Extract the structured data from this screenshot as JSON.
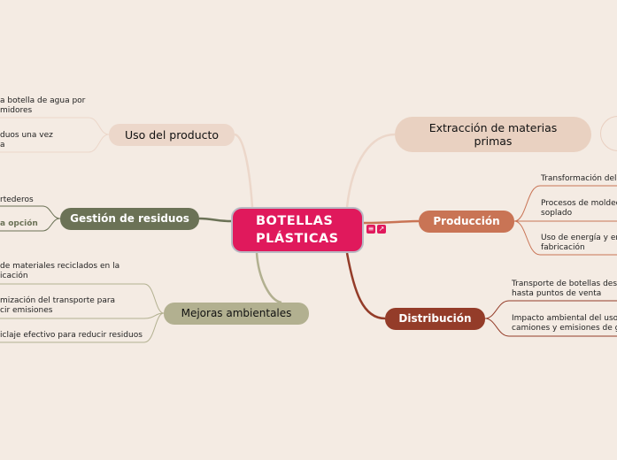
{
  "central": {
    "title_line1": "BOTELLAS",
    "title_line2": "PLÁSTICAS",
    "icon_notes": "≡",
    "icon_link": "↗"
  },
  "topics": {
    "extraccion": {
      "line1": "Extracción de materias",
      "line2": "primas"
    },
    "produccion": {
      "label": "Producción"
    },
    "distribucion": {
      "label": "Distribución"
    },
    "uso": {
      "label": "Uso del producto"
    },
    "gestion": {
      "label": "Gestión de residuos"
    },
    "mejoras": {
      "label": "Mejoras ambientales"
    }
  },
  "subtopics": {
    "produccion": [
      {
        "line1": "Transformación del"
      },
      {
        "line1": "Procesos de moldeo",
        "line2": "soplado"
      },
      {
        "line1": "Uso de energía y en",
        "line2": "fabricación"
      }
    ],
    "distribucion": [
      {
        "line1": "Transporte de botellas desd",
        "line2": "hasta puntos de venta"
      },
      {
        "line1": "Impacto ambiental del uso",
        "line2": "camiones y emisiones de g"
      }
    ],
    "uso": [
      {
        "line1": "a botella de agua por",
        "line2": "midores"
      },
      {
        "line1": "duos una vez",
        "line2": "a"
      }
    ],
    "gestion": [
      {
        "line1": "rtederos"
      },
      {
        "line1": "a opción"
      }
    ],
    "mejoras": [
      {
        "line1": "de materiales reciclados en la",
        "line2": "icación"
      },
      {
        "line1": "mización del transporte para",
        "line2": "cir emisiones"
      },
      {
        "line1": "iclaje efectivo para reducir residuos"
      }
    ]
  },
  "colors": {
    "background": "#f4ebe3",
    "central": "#e0195c",
    "extraccion": "#e9d1c1",
    "produccion": "#c97455",
    "distribucion": "#943c29",
    "uso": "#ecd7ca",
    "gestion": "#6b7256",
    "mejoras": "#b2b090"
  }
}
